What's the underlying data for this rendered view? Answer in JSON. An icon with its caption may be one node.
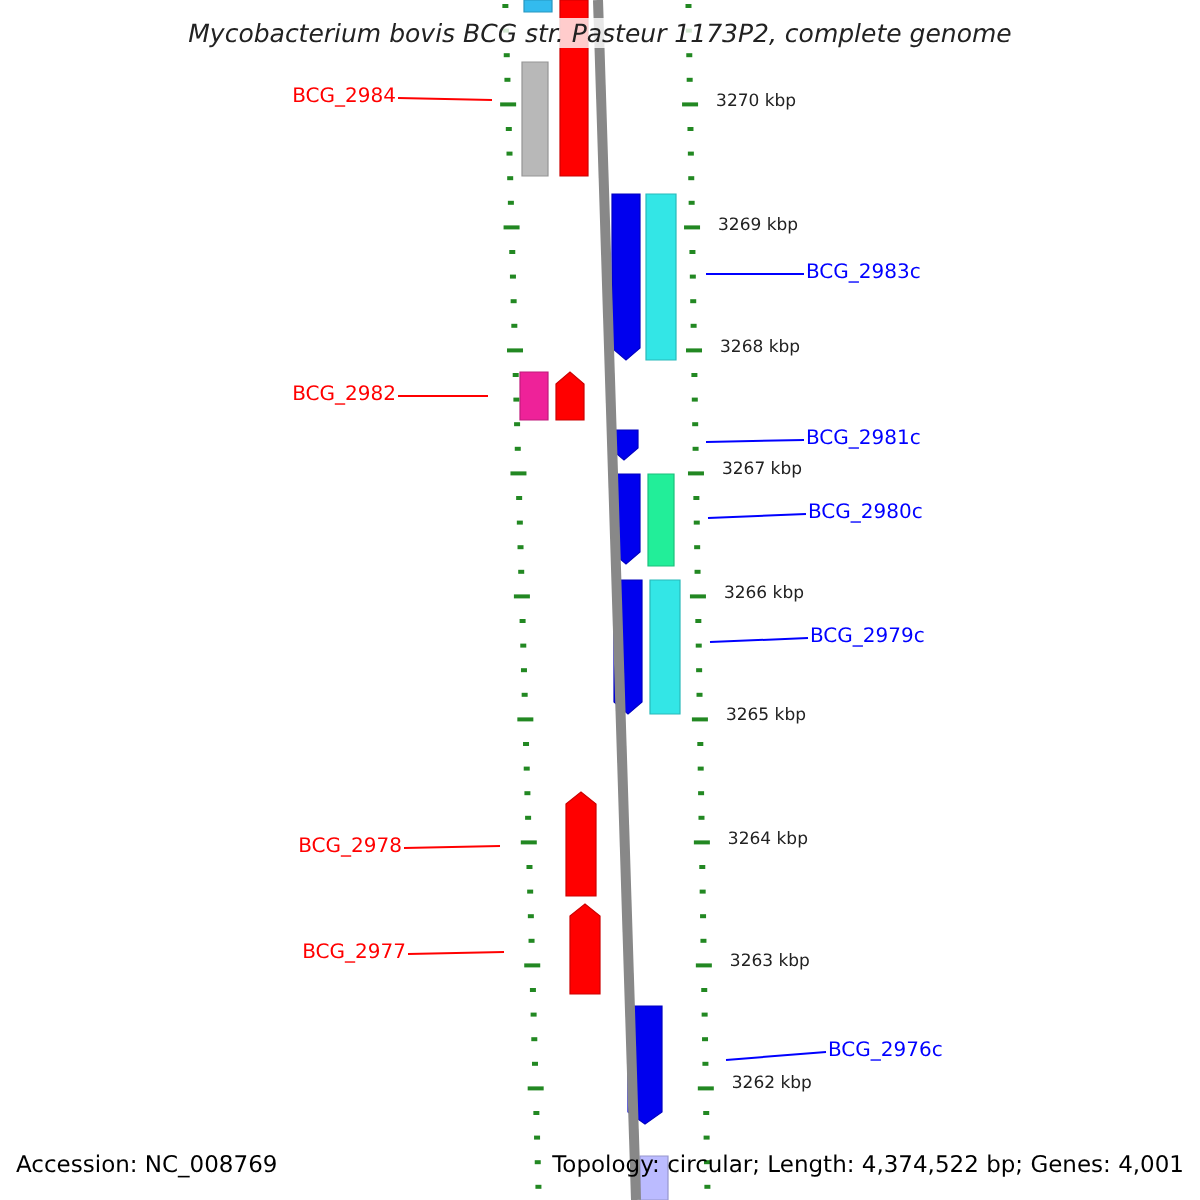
{
  "diagram": {
    "title": "Mycobacterium bovis BCG str. Pasteur 1173P2, complete genome",
    "nodes": [
      {
        "text": [
          "BCG_2984"
        ]
      },
      {
        "text": [
          "BCG_2983c"
        ]
      },
      {
        "text": [
          "BCG_2982"
        ]
      },
      {
        "text": [
          "BCG_2981c"
        ]
      },
      {
        "text": [
          "BCG_2980c"
        ]
      },
      {
        "text": [
          "BCG_2979c"
        ]
      },
      {
        "text": [
          "BCG_2978"
        ]
      },
      {
        "text": [
          "BCG_2977"
        ]
      },
      {
        "text": [
          "BCG_2976c"
        ]
      }
    ],
    "edges": [
      {
        "from": 0,
        "to": null,
        "arrow": "none",
        "color": "#ff0000"
      },
      {
        "from": 1,
        "to": null,
        "arrow": "none",
        "color": "#0000ff"
      },
      {
        "from": 2,
        "to": null,
        "arrow": "none",
        "color": "#ff0000"
      },
      {
        "from": 3,
        "to": null,
        "arrow": "none",
        "color": "#0000ff"
      },
      {
        "from": 4,
        "to": null,
        "arrow": "none",
        "color": "#0000ff"
      },
      {
        "from": 5,
        "to": null,
        "arrow": "none",
        "color": "#0000ff"
      },
      {
        "from": 6,
        "to": null,
        "arrow": "none",
        "color": "#ff0000"
      },
      {
        "from": 7,
        "to": null,
        "arrow": "none",
        "color": "#ff0000"
      },
      {
        "from": 8,
        "to": null,
        "arrow": "none",
        "color": "#0000ff"
      }
    ],
    "labels": [
      "3270 kbp",
      "3269 kbp",
      "3268 kbp",
      "3267 kbp",
      "3266 kbp",
      "3265 kbp",
      "3264 kbp",
      "3263 kbp",
      "3262 kbp",
      "Accession: NC_008769",
      "Topology: circular; Length: 4,374,522 bp; Genes: 4,001"
    ]
  }
}
